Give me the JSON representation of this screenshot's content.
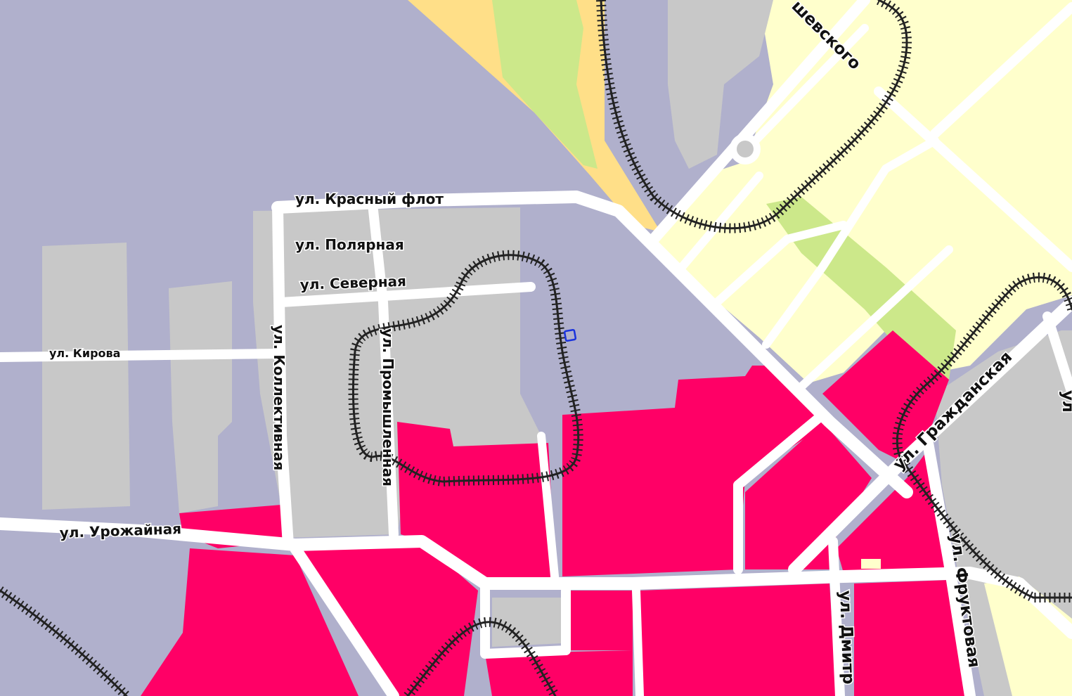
{
  "map": {
    "colors": {
      "industrial": "#b0b0cc",
      "commercial_grey": "#c8c8c8",
      "residential": "#ff0066",
      "light_residential": "#ffffcc",
      "park": "#cce88a",
      "sand": "#ffdf88",
      "road": "#ffffff",
      "rail": "#222222",
      "marker": "#1a33dd"
    },
    "streets": {
      "krasny_flot": "ул. Красный флот",
      "polyarnaya": "ул. Полярная",
      "severnaya": "ул. Северная",
      "kirova": "ул. Кирова",
      "kollektivnaya": "ул. Коллективная",
      "promyshlennaya": "ул. Промышленная",
      "urozhaynaya": "ул. Урожайная",
      "grazhdanskaya": "ул. Гражданская",
      "fruktovaya": "ул. Фруктовая",
      "dmitr": "ул. Дмитр",
      "shevskogo": "шевского",
      "edge_ul": "ул"
    }
  }
}
